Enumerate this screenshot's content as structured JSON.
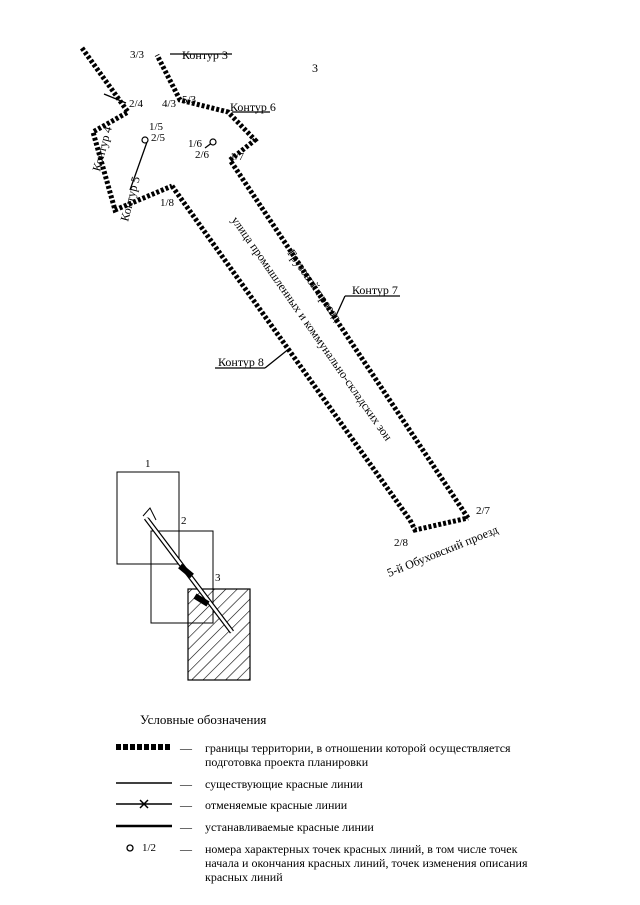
{
  "labels": {
    "sheet_number": "3",
    "kontur3": "Контур 3",
    "kontur4": "Контур 4",
    "kontur5": "Контур 5",
    "kontur6": "Контур 6",
    "kontur7": "Контур 7",
    "kontur8": "Контур 8",
    "street_main_1": "Грузовой проезд",
    "street_main_2": "улица промышленных и коммунально-складских зон",
    "street_side": "5-й Обуховский проезд"
  },
  "points": {
    "p33": "3/3",
    "p43": "4/3",
    "p53": "5/3",
    "p24": "2/4",
    "p15": "1/5",
    "p25": "2/5",
    "p16": "1/6",
    "p26": "2/6",
    "p17": "1/7",
    "p18": "1/8",
    "p27": "2/7",
    "p28": "2/8"
  },
  "key_map": {
    "sheet1": "1",
    "sheet2": "2",
    "sheet3": "3"
  },
  "legend": {
    "title": "Условные обозначения",
    "dash": "—",
    "boundary": "границы территории, в отношении которой осуществляется подготовка проекта планировки",
    "existing": "существующие красные линии",
    "cancelled": "отменяемые красные линии",
    "established": "устанавливаемые красные линии",
    "point_sample": "1/2",
    "points": "номера характерных точек красных   линий, в том числе точек начала и окончания красных линий, точек изменения описания красных линий"
  }
}
